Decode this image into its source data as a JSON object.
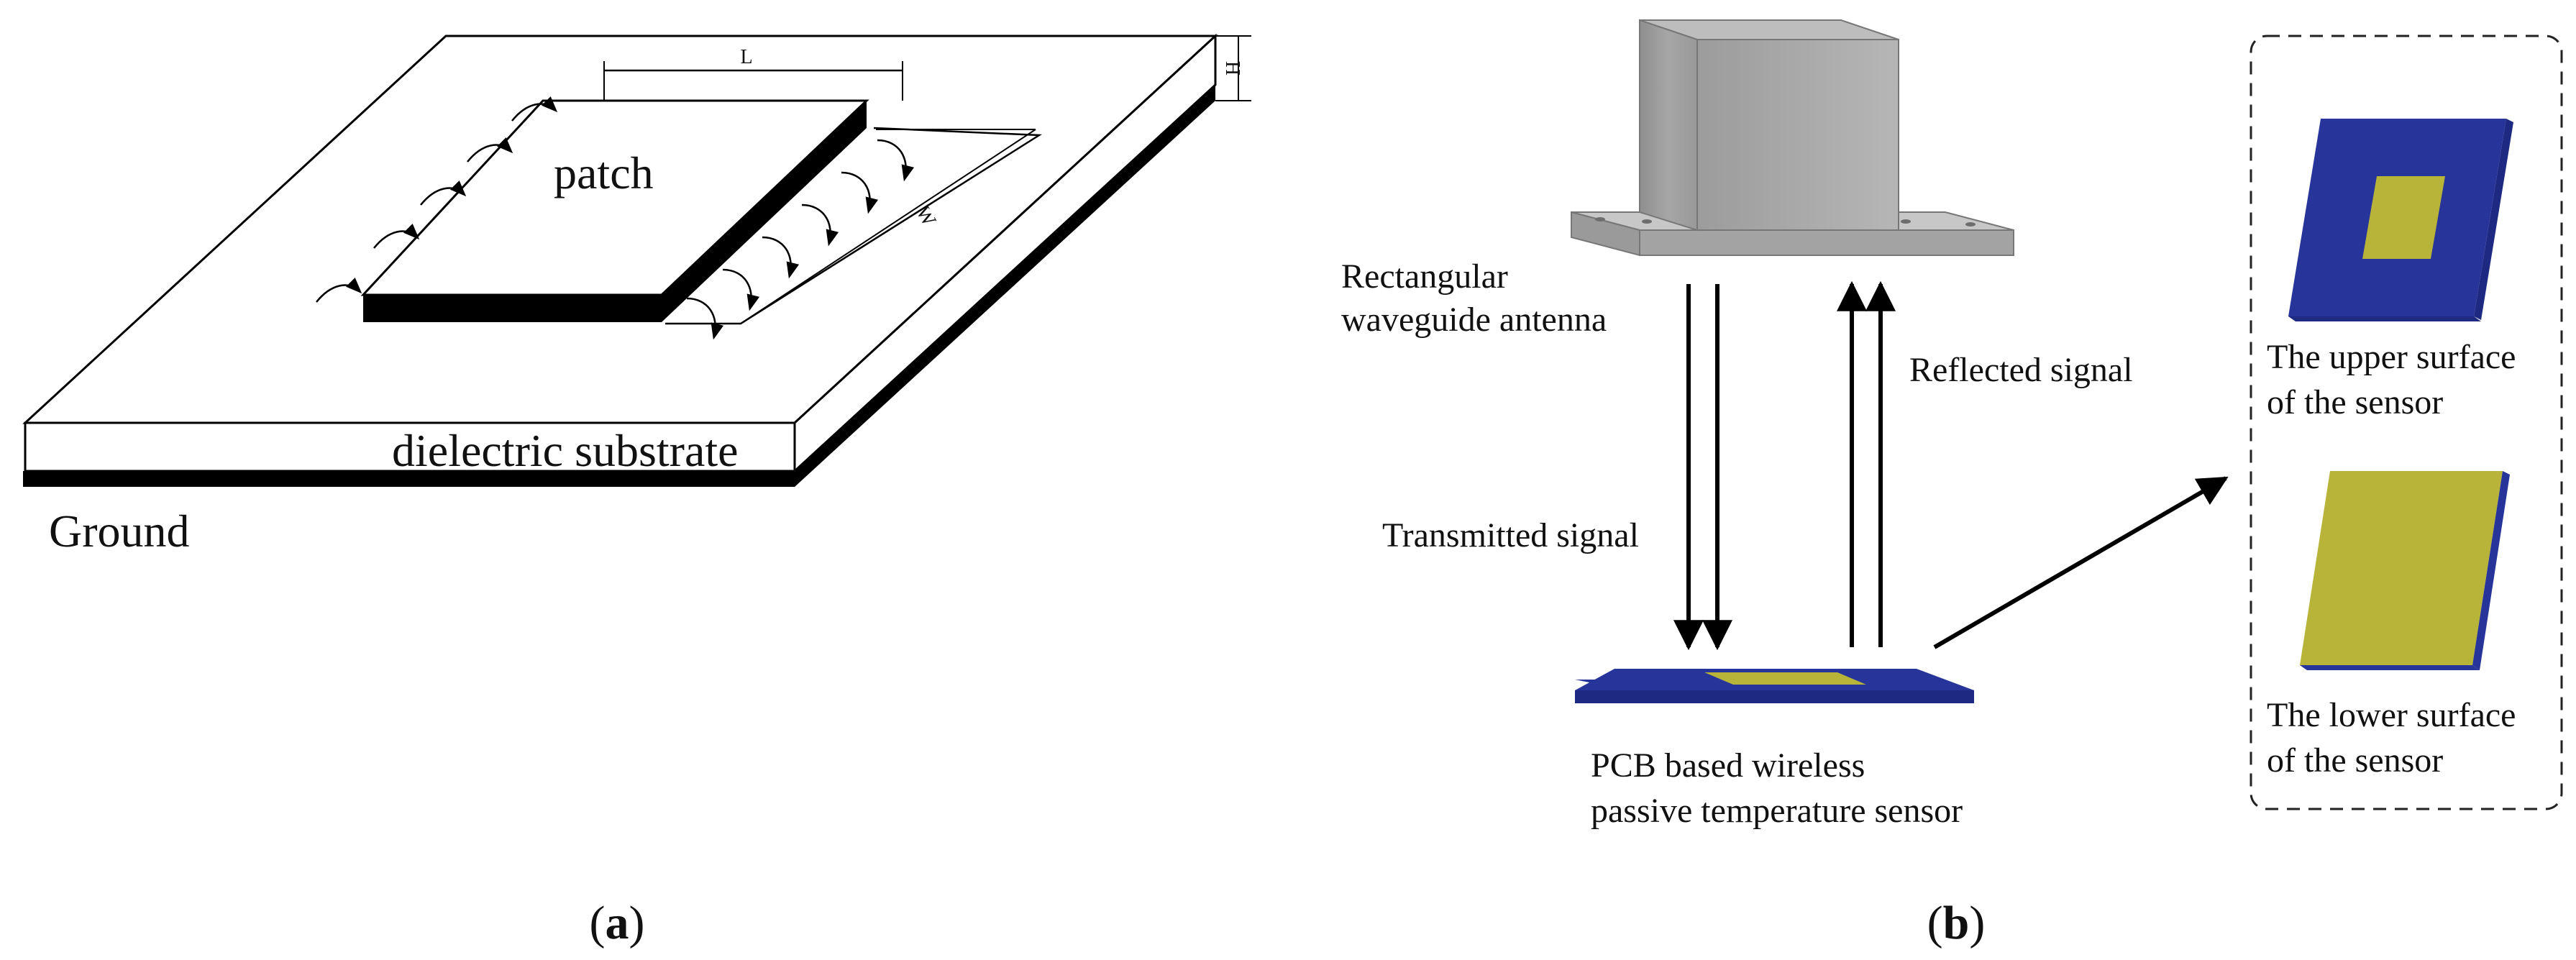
{
  "panel_a": {
    "dimension_length": "L",
    "dimension_width": "W",
    "dimension_height": "H",
    "patch_label": "patch",
    "substrate_label": "dielectric substrate",
    "ground_label": "Ground",
    "caption_open": "(",
    "caption_letter": "a",
    "caption_close": ")"
  },
  "panel_b": {
    "antenna_label_line1": "Rectangular",
    "antenna_label_line2": "waveguide antenna",
    "reflected_label": "Reflected signal",
    "transmitted_label": "Transmitted signal",
    "sensor_label_line1": "PCB based wireless",
    "sensor_label_line2": "passive temperature sensor",
    "upper_surface_line1": "The upper surface",
    "upper_surface_line2": "of the sensor",
    "lower_surface_line1": "The lower surface",
    "lower_surface_line2": "of the sensor",
    "caption_open": "(",
    "caption_letter": "b",
    "caption_close": ")"
  },
  "colors": {
    "dielectric_blue": "#27349a",
    "copper_patch": "#b8b43a",
    "antenna_gray": "#a9a9a9"
  }
}
